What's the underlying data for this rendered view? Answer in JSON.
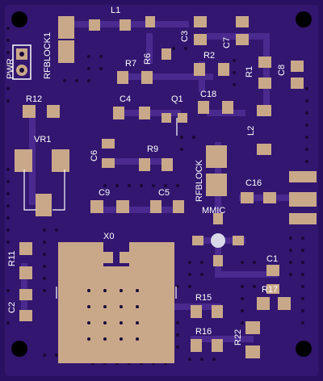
{
  "colors": {
    "board": "#2a1060",
    "copper_pour": "#3b1c7a",
    "trace": "#4a2a8e",
    "pad": "#c9a88a",
    "pad_light": "#d6b89a",
    "silkscreen": "#ffffff",
    "via": "#1a0838",
    "mounting_hole": "#000000"
  },
  "labels": {
    "l1": "L1",
    "pwr": "PWR",
    "rfblock1": "RFBLOCK1",
    "r6": "R6",
    "c3": "C3",
    "c7": "C7",
    "r7": "R7",
    "r2": "R2",
    "r1": "R1",
    "c8": "C8",
    "r12": "R12",
    "c4": "C4",
    "q1": "Q1",
    "c18": "C18",
    "vr1": "VR1",
    "l2": "L2",
    "c6": "C6",
    "r9": "R9",
    "rfblock": "RFBLOCK",
    "c16": "C16",
    "c9": "C9",
    "c5": "C5",
    "mmic": "MMIC",
    "x0": "X0",
    "r11": "R11",
    "c1": "C1",
    "c2": "C2",
    "r17": "R17",
    "r15": "R15",
    "r16": "R16",
    "r22": "R22"
  }
}
